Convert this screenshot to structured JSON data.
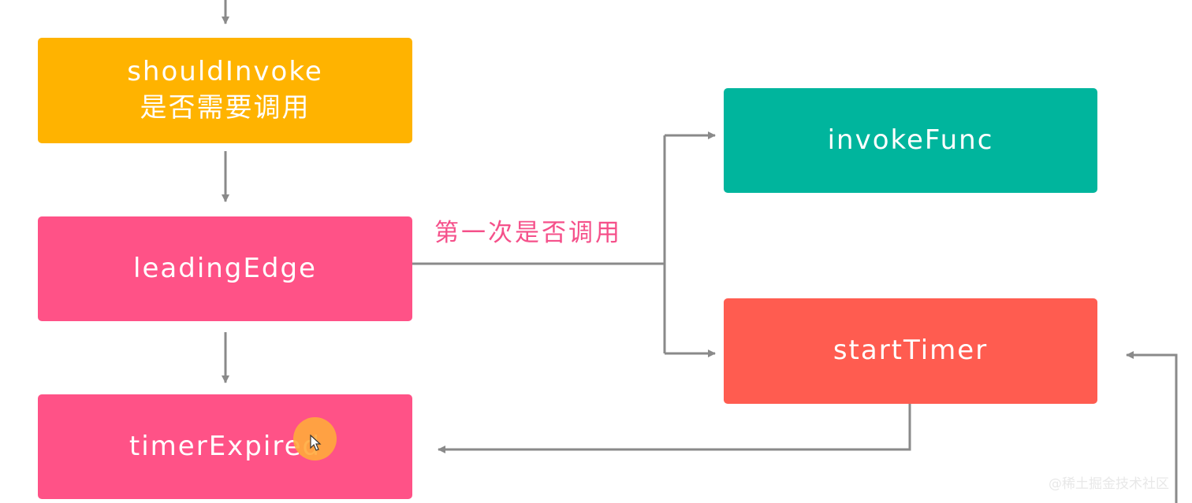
{
  "nodes": {
    "should_invoke": {
      "line1": "shouldInvoke",
      "line2": "是否需要调用",
      "color": "#FFB300"
    },
    "leading_edge": {
      "label": "leadingEdge",
      "color": "#FF5287"
    },
    "timer_expired": {
      "label": "timerExpired",
      "color": "#FF5287"
    },
    "invoke_func": {
      "label": "invokeFunc",
      "color": "#00B59D"
    },
    "start_timer": {
      "label": "startTimer",
      "color": "#FF5C50"
    }
  },
  "edge_label": {
    "text": "第一次是否调用",
    "color": "#F5508A"
  },
  "edge_color": "#8A8A8A",
  "watermark": "@稀土掘金技术社区"
}
